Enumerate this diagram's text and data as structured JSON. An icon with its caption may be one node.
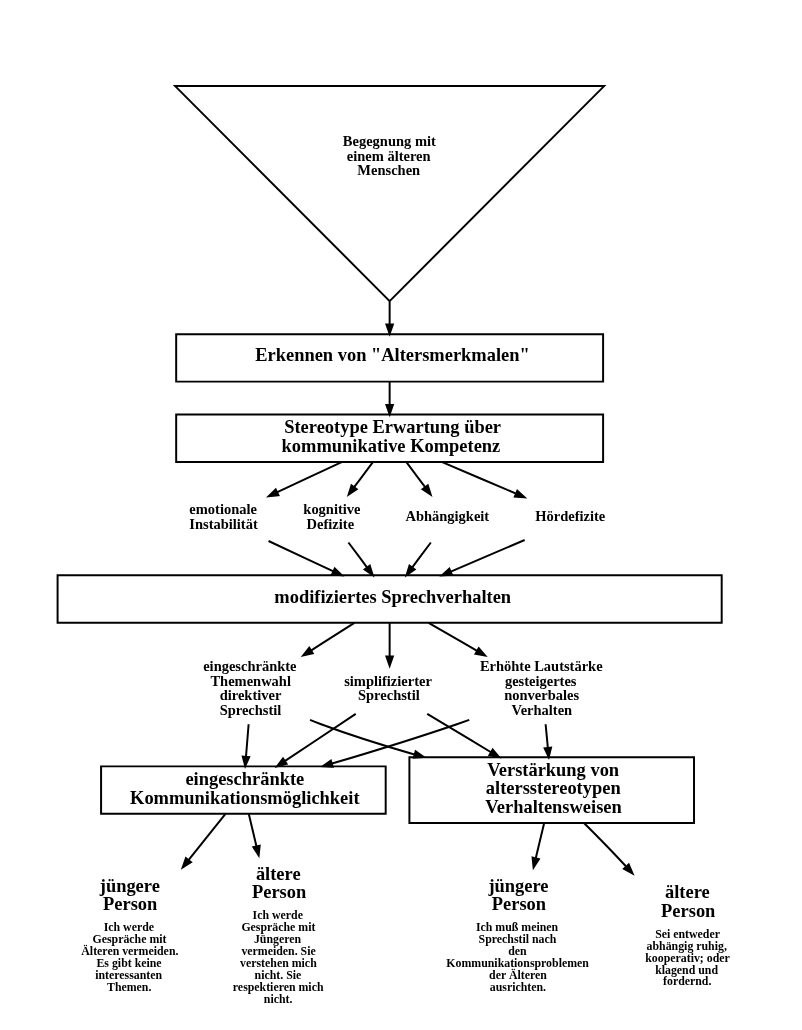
{
  "diagram": {
    "nodes": [
      {
        "text": [
          "Begegnung mit einem älteren Menschen"
        ]
      },
      {
        "text": [
          "Erkennen von \"Altersmerkmalen\""
        ]
      },
      {
        "text": [
          "Stereotype Erwartung über kommunikative Kompetenz"
        ]
      },
      {
        "text": [
          "emotionale Instabilität"
        ]
      },
      {
        "text": [
          "kognitive Defizite"
        ]
      },
      {
        "text": [
          "Abhängigkeit"
        ]
      },
      {
        "text": [
          "Hördefizite"
        ]
      },
      {
        "text": [
          "modifiziertes Sprechverhalten"
        ]
      },
      {
        "text": [
          "eingeschränkte Themenwahl direktiver Sprechstil"
        ]
      },
      {
        "text": [
          "simplifizierter Sprechstil"
        ]
      },
      {
        "text": [
          "Erhöhte Lautstärke gesteigertes nonverbales Verhalten"
        ]
      },
      {
        "text": [
          "eingeschränkte Kommunikationsmöglichkeit"
        ]
      },
      {
        "text": [
          "Verstärkung von altersstereotypen Verhaltensweisen"
        ]
      },
      {
        "text": [
          "jüngere Person",
          "Ich werde Gespräche mit Älteren vermeiden. Es gibt keine interessanten Themen."
        ]
      },
      {
        "text": [
          "ältere Person",
          "Ich werde Gespräche mit Jüngeren vermeiden. Sie verstehen mich nicht. Sie respektieren mich nicht."
        ]
      },
      {
        "text": [
          "jüngere Person",
          "Ich muß meinen Sprechstil nach den Kommunikationsproblemen der Älteren ausrichten."
        ]
      },
      {
        "text": [
          "ältere Person",
          "Sei entweder abhängig ruhig, kooperativ; oder klagend und fordernd."
        ]
      }
    ],
    "edges": [
      {
        "from": 0,
        "to": 1,
        "arrow": "to"
      },
      {
        "from": 1,
        "to": 2,
        "arrow": "to"
      },
      {
        "from": 2,
        "to": 3,
        "arrow": "to"
      },
      {
        "from": 2,
        "to": 4,
        "arrow": "to"
      },
      {
        "from": 2,
        "to": 5,
        "arrow": "to"
      },
      {
        "from": 2,
        "to": 6,
        "arrow": "to"
      },
      {
        "from": 3,
        "to": 7,
        "arrow": "to"
      },
      {
        "from": 4,
        "to": 7,
        "arrow": "to"
      },
      {
        "from": 5,
        "to": 7,
        "arrow": "to"
      },
      {
        "from": 6,
        "to": 7,
        "arrow": "to"
      },
      {
        "from": 7,
        "to": 8,
        "arrow": "to"
      },
      {
        "from": 7,
        "to": 9,
        "arrow": "to"
      },
      {
        "from": 7,
        "to": 10,
        "arrow": "to"
      },
      {
        "from": 8,
        "to": 11,
        "arrow": "to"
      },
      {
        "from": 8,
        "to": 12,
        "arrow": "to"
      },
      {
        "from": 9,
        "to": 11,
        "arrow": "to"
      },
      {
        "from": 9,
        "to": 12,
        "arrow": "to"
      },
      {
        "from": 10,
        "to": 11,
        "arrow": "to"
      },
      {
        "from": 10,
        "to": 12,
        "arrow": "to"
      },
      {
        "from": 11,
        "to": 13,
        "arrow": "to"
      },
      {
        "from": 11,
        "to": 14,
        "arrow": "to"
      },
      {
        "from": 12,
        "to": 15,
        "arrow": "to"
      },
      {
        "from": 12,
        "to": 16,
        "arrow": "to"
      }
    ]
  }
}
